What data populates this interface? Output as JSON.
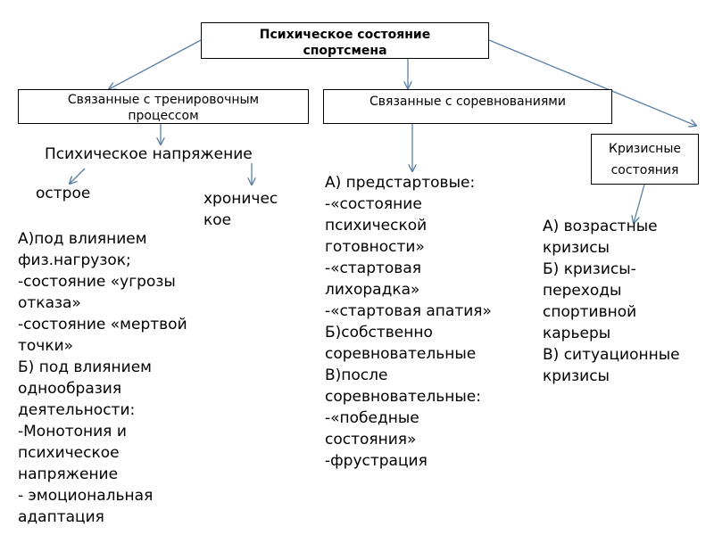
{
  "root": {
    "line1": "Психическое состояние",
    "line2": "спортсмена"
  },
  "branches": {
    "training": {
      "line1": "Связанные с тренировочным",
      "line2": "процессом"
    },
    "competition": {
      "label": "Связанные с соревнованиями"
    },
    "crisis": {
      "line1": "Кризисные",
      "line2": "состояния"
    }
  },
  "tension": {
    "heading": "Психическое напряжение",
    "acute": "острое",
    "chronic_1": "хроничес",
    "chronic_2": "кое"
  },
  "training_details": [
    "А)под влиянием",
    "физ.нагрузок;",
    "-состояние «угрозы",
    "отказа»",
    "-состояние «мертвой",
    "точки»",
    "Б) под влиянием",
    "однообразия",
    "деятельности:",
    "-Монотония и",
    "психическое",
    "напряжение",
    "- эмоциональная",
    "адаптация"
  ],
  "competition_details": [
    "А) предстартовые:",
    "-«состояние",
    "психической",
    "готовности»",
    "-«стартовая",
    "лихорадка»",
    "-«стартовая апатия»",
    "Б)собственно",
    "соревновательные",
    "В)после",
    "соревновательные:",
    "-«победные",
    "состояния»",
    "-фрустрация"
  ],
  "crisis_details": [
    "А) возрастные",
    "кризисы",
    "Б) кризисы-",
    "переходы",
    "спортивной",
    "карьеры",
    "В) ситуационные",
    "кризисы"
  ],
  "colors": {
    "arrow": "#5b7fa6",
    "border": "#000000"
  }
}
